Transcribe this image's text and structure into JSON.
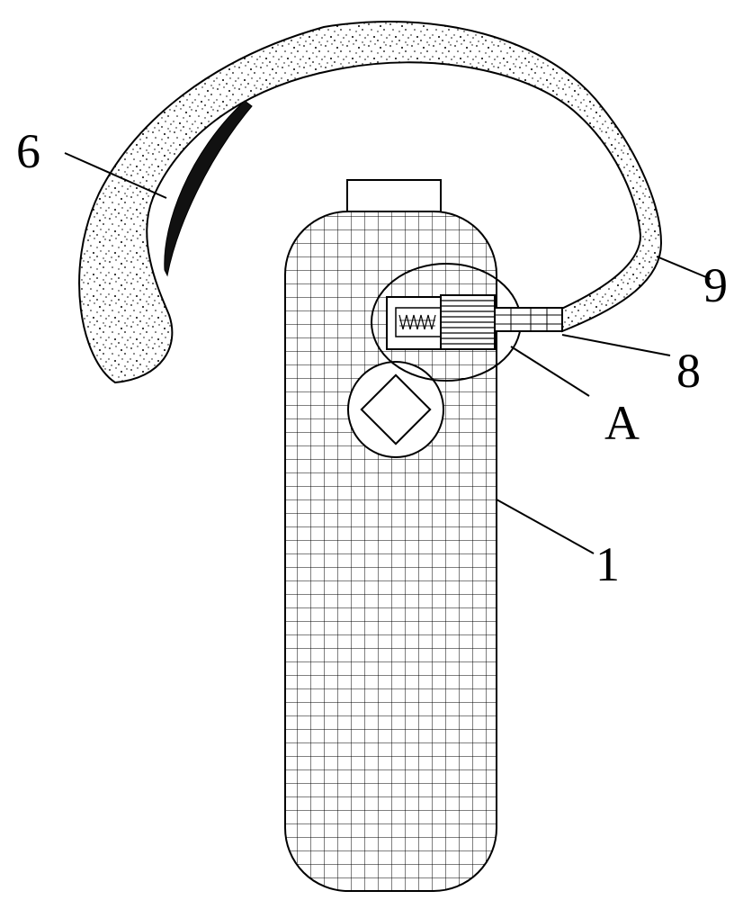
{
  "labels": {
    "hook_pad": "6",
    "ear_hook": "9",
    "connector": "8",
    "detail_view": "A",
    "body": "1"
  },
  "colors": {
    "ink": "#000000",
    "paper": "#ffffff",
    "pad": "#111111"
  }
}
